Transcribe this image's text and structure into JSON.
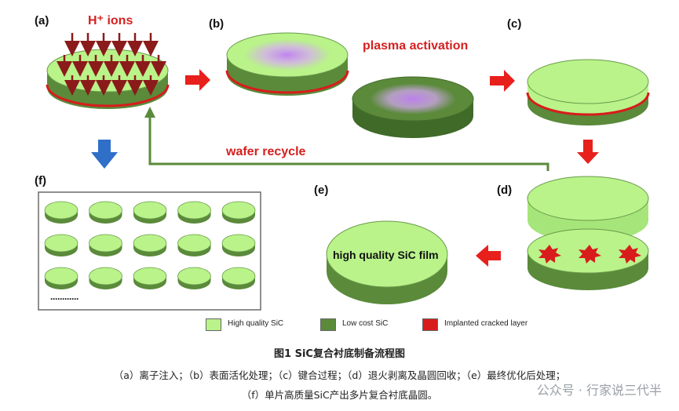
{
  "panels": {
    "a": "(a)",
    "b": "(b)",
    "c": "(c)",
    "d": "(d)",
    "e": "(e)",
    "f": "(f)"
  },
  "labels": {
    "ions": "H⁺ ions",
    "plasma": "plasma activation",
    "recycle": "wafer recycle",
    "film": "high quality SiC film",
    "dots": "············"
  },
  "legend": [
    {
      "label": "High quality SiC",
      "color": "#b9f38a"
    },
    {
      "label": "Low cost SiC",
      "color": "#5a8a3a"
    },
    {
      "label": "Implanted cracked layer",
      "color": "#d81c1c"
    }
  ],
  "caption": {
    "title": "图1 SiC复合衬底制备流程图",
    "line1": "（a）离子注入；（b）表面活化处理；（c）键合过程；（d）退火剥离及晶圆回收；（e）最终优化后处理；",
    "line2": "（f）单片高质量SiC产出多片复合衬底晶圆。"
  },
  "watermark": "公众号 · 行家说三代半",
  "colors": {
    "light_green": "#b9f38a",
    "dark_green": "#5a8a3a",
    "red": "#d81c1c",
    "arrow_red": "#e8201c",
    "arrow_blue": "#2f6fc8",
    "text_red": "#d62020",
    "plasma_purple": "#c58ff0"
  }
}
